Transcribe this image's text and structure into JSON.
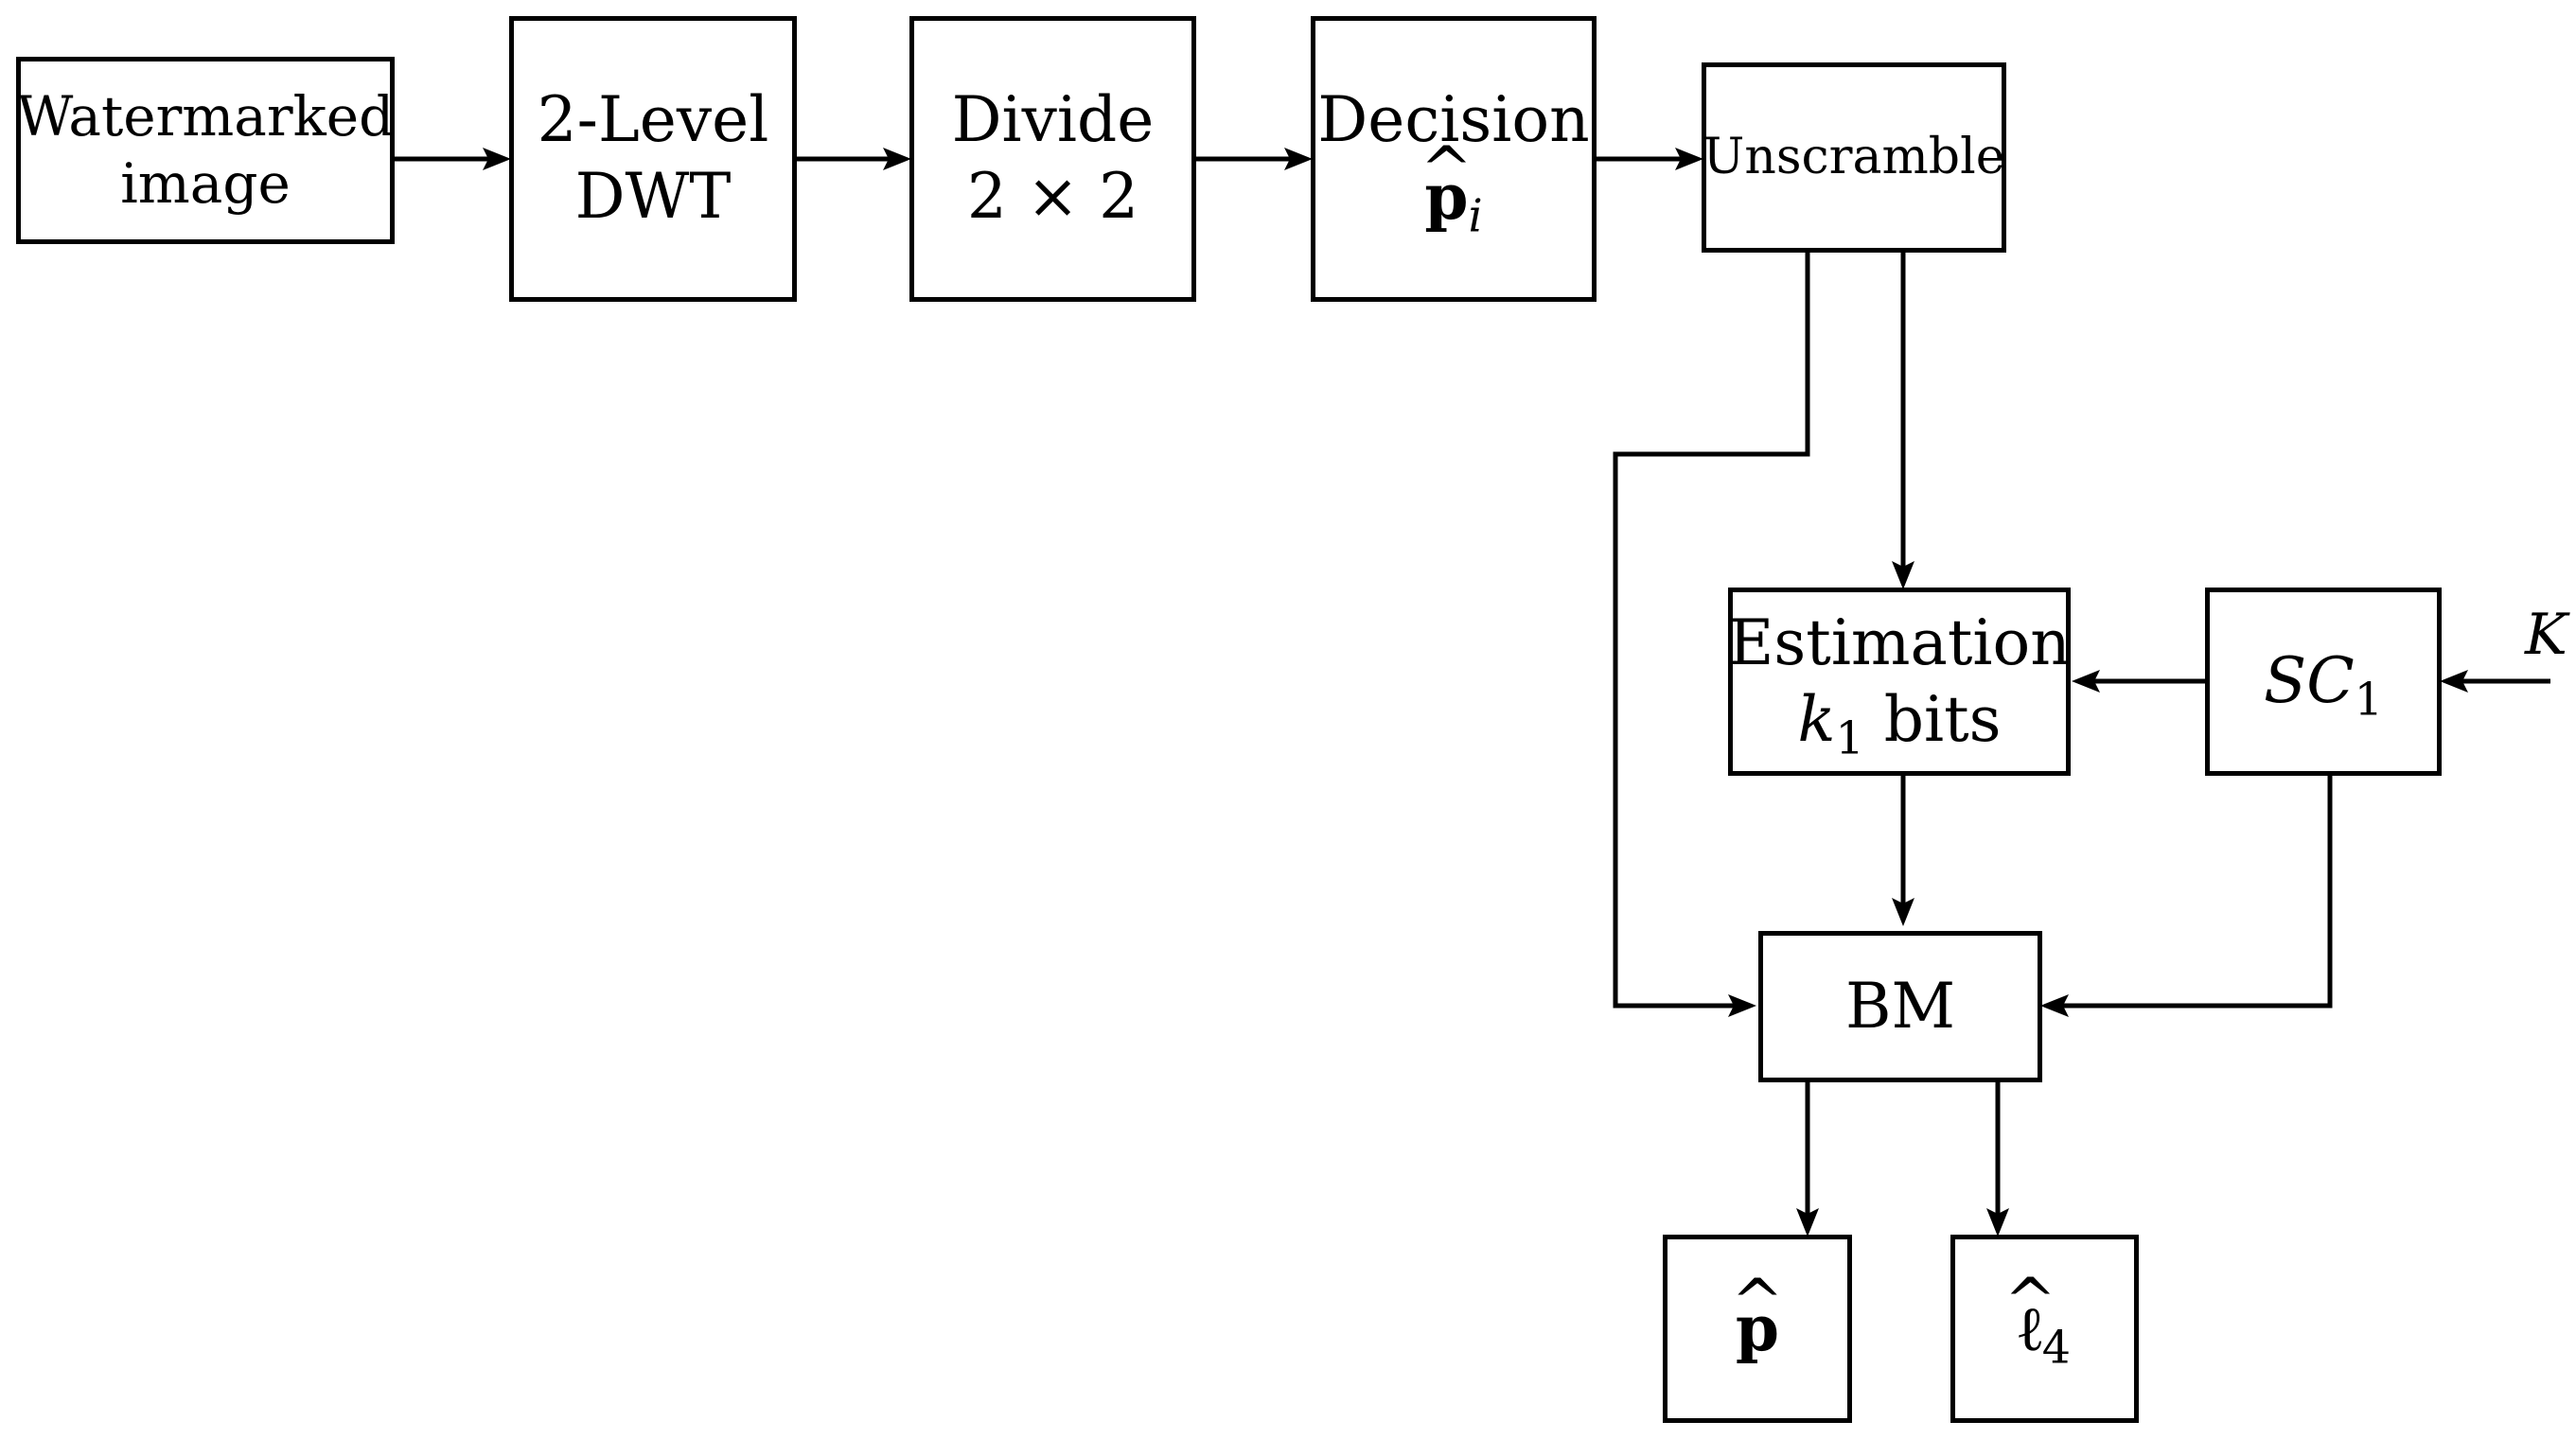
{
  "blocks": {
    "watermarked_image": {
      "line1": "Watermarked",
      "line2": "image"
    },
    "dwt": {
      "line1": "2-Level",
      "line2": "DWT"
    },
    "divide": {
      "line1": "Divide",
      "line2": "2 × 2"
    },
    "decision": {
      "line1": "Decision",
      "symbol": "p",
      "subscript": "i"
    },
    "unscramble": {
      "line1": "Unscramble"
    },
    "estimation": {
      "line1": "Estimation",
      "var": "k",
      "subscript": "1",
      "suffix": "bits"
    },
    "sc1": {
      "main": "SC",
      "subscript": "1"
    },
    "bm": {
      "line1": "BM"
    },
    "p_hat": {
      "symbol": "p"
    },
    "l4_hat": {
      "symbol": "ℓ",
      "subscript": "4"
    }
  },
  "inputs": {
    "key": "K"
  }
}
